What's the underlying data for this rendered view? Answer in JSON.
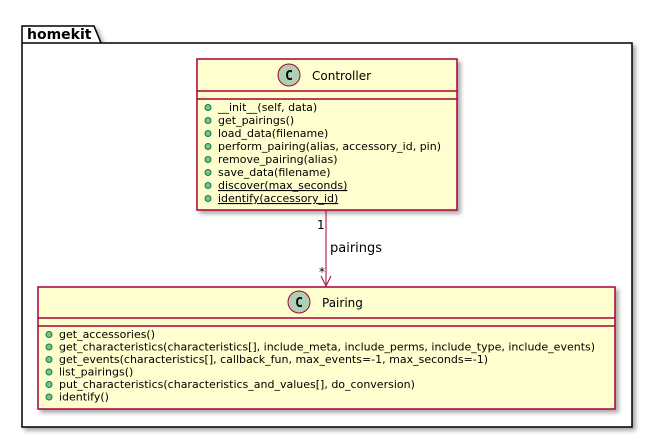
{
  "package": {
    "name": "homekit"
  },
  "classes": [
    {
      "name": "Controller",
      "stereotype_icon": "C",
      "methods": [
        {
          "text": "__init__(self, data)",
          "static": false
        },
        {
          "text": "get_pairings()",
          "static": false
        },
        {
          "text": "load_data(filename)",
          "static": false
        },
        {
          "text": "perform_pairing(alias, accessory_id, pin)",
          "static": false
        },
        {
          "text": "remove_pairing(alias)",
          "static": false
        },
        {
          "text": "save_data(filename)",
          "static": false
        },
        {
          "text": "discover(max_seconds)",
          "static": true
        },
        {
          "text": "identify(accessory_id)",
          "static": true
        }
      ]
    },
    {
      "name": "Pairing",
      "stereotype_icon": "C",
      "methods": [
        {
          "text": "get_accessories()",
          "static": false
        },
        {
          "text": "get_characteristics(characteristics[], include_meta, include_perms, include_type, include_events)",
          "static": false
        },
        {
          "text": "get_events(characteristics[], callback_fun, max_events=-1, max_seconds=-1)",
          "static": false
        },
        {
          "text": "list_pairings()",
          "static": false
        },
        {
          "text": "put_characteristics(characteristics_and_values[], do_conversion)",
          "static": false
        },
        {
          "text": "identify()",
          "static": false
        }
      ]
    }
  ],
  "relations": [
    {
      "from": "Controller",
      "to": "Pairing",
      "label": "pairings",
      "from_multiplicity": "1",
      "to_multiplicity": "*"
    }
  ],
  "colors": {
    "class_fill": "#FEFECE",
    "class_border": "#A80036",
    "icon_fill": "#ADD1B2",
    "method_dot": "#84BE84",
    "method_dot_border": "#038048",
    "edge": "#A80036",
    "package_border": "#000000"
  }
}
